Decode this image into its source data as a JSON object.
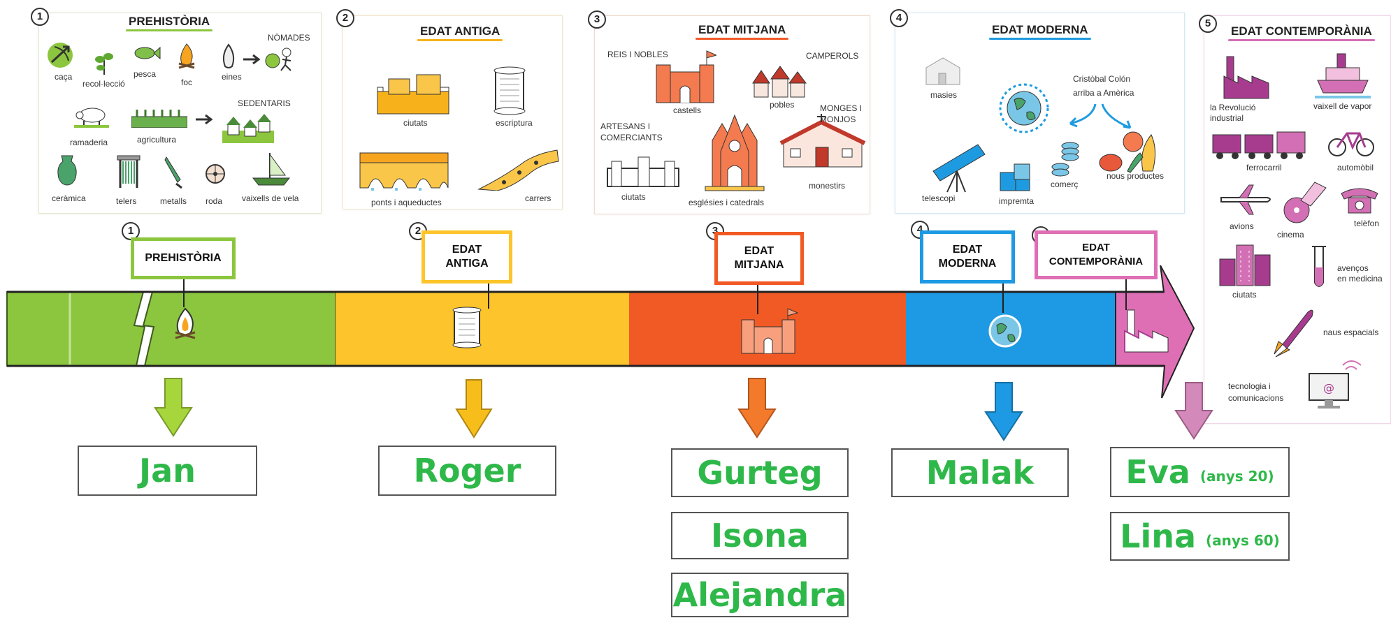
{
  "panels": {
    "prehistoria": {
      "number": "1",
      "title": "PREHISTÒRIA",
      "underline_color": "#8cc63f",
      "labels": {
        "nomades": "NÒMADES",
        "caca": "caça",
        "recoleccio": "recol·lecció",
        "pesca": "pesca",
        "foc": "foc",
        "eines": "eines",
        "sedentaris": "SEDENTARIS",
        "ramaderia": "ramaderia",
        "agricultura": "agricultura",
        "ceramica": "ceràmica",
        "telers": "telers",
        "metalls": "metalls",
        "roda": "roda",
        "vaixells": "vaixells de vela"
      }
    },
    "antiga": {
      "number": "2",
      "title": "EDAT ANTIGA",
      "underline_color": "#f7b21b",
      "labels": {
        "ciutats": "ciutats",
        "escriptura": "escriptura",
        "ponts": "ponts i aqueductes",
        "carrers": "carrers"
      }
    },
    "mitjana": {
      "number": "3",
      "title": "EDAT MITJANA",
      "underline_color": "#f05a28",
      "labels": {
        "reis": "REIS I NOBLES",
        "camperols": "CAMPEROLS",
        "castells": "castells",
        "pobles": "pobles",
        "artesans": "ARTESANS I\nCOMERCIANTS",
        "monges": "MONGES I\nMONJOS",
        "ciutats": "ciutats",
        "esglesies": "esglésies i catedrals",
        "monestirs": "monestirs"
      }
    },
    "moderna": {
      "number": "4",
      "title": "EDAT MODERNA",
      "underline_color": "#1e9be0",
      "labels": {
        "masies": "masies",
        "colon": "Cristòbal Colón\narriba a Amèrica",
        "telescopi": "telescopi",
        "impremta": "impremta",
        "comerc": "comerç",
        "nous": "nous productes"
      }
    },
    "contemporania": {
      "number": "5",
      "title": "EDAT CONTEMPORÀNIA",
      "underline_color": "#d36fb4",
      "labels": {
        "revolucio": "la Revolució\nindustrial",
        "vaixell": "vaixell de vapor",
        "ferrocarril": "ferrocarril",
        "automobil": "automòbil",
        "avions": "avions",
        "cinema": "cinema",
        "telefon": "telèfon",
        "ciutats": "ciutats",
        "avencos": "avenços\nen medicina",
        "naus": "naus espacials",
        "tecnologia": "tecnologia i\ncomunicacions"
      }
    }
  },
  "timeline": {
    "colors": {
      "prehistoria": "#8cc63f",
      "antiga": "#fdc52b",
      "mitjana": "#f15a24",
      "moderna": "#1d9ae3",
      "contemporania": "#df6fb5"
    },
    "markers": [
      {
        "number": "1",
        "label": "PREHISTÒRIA"
      },
      {
        "number": "2",
        "label": "EDAT\nANTIGA"
      },
      {
        "number": "3",
        "label": "EDAT\nMITJANA"
      },
      {
        "number": "4",
        "label": "EDAT\nMODERNA"
      },
      {
        "number": "5",
        "label": "EDAT\nCONTEMPORÀNIA"
      }
    ]
  },
  "names": {
    "prehistoria": [
      "Jan"
    ],
    "antiga": [
      "Roger"
    ],
    "mitjana": [
      "Gurteg",
      "Isona",
      "Alejandra"
    ],
    "moderna": [
      "Malak"
    ],
    "contemporania": [
      {
        "name": "Eva",
        "note": "(anys 20)"
      },
      {
        "name": "Lina",
        "note": "(anys 60)"
      }
    ]
  }
}
